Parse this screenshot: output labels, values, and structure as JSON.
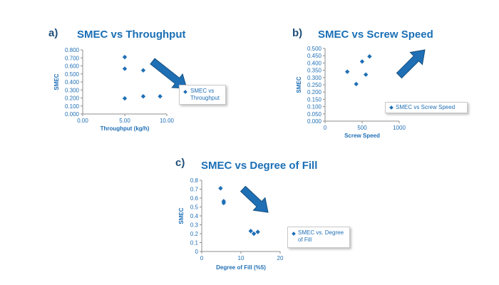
{
  "panels": [
    {
      "letter": "a)",
      "title": "SMEC vs Throughput"
    },
    {
      "letter": "b)",
      "title": "SMEC vs Screw Speed"
    },
    {
      "letter": "c)",
      "title": "SMEC vs Degree of Fill"
    }
  ],
  "colors": {
    "marker": "#1f6fb5",
    "axis_text": "#1f6fb5",
    "title": "#1a6fb5",
    "arrow": "#1f6fb5",
    "arrow_edge": "#16507f"
  },
  "icons": [
    "diamond-marker",
    "arrow-icon"
  ],
  "chart_data": [
    {
      "type": "scatter",
      "title": "SMEC vs Throughput",
      "xlabel": "Throughput (kg/h)",
      "ylabel": "SMEC",
      "xlim": [
        0,
        10
      ],
      "ylim": [
        0,
        0.8
      ],
      "xticks": [
        "0.00",
        "5.00",
        "10.00"
      ],
      "yticks": [
        "0.000",
        "0.100",
        "0.200",
        "0.300",
        "0.400",
        "0.500",
        "0.600",
        "0.700",
        "0.800"
      ],
      "legend_position": "right",
      "series": [
        {
          "name": "SMEC vs Throughput",
          "x": [
            5.0,
            5.0,
            5.0,
            7.2,
            7.2,
            9.2
          ],
          "y": [
            0.71,
            0.565,
            0.195,
            0.545,
            0.22,
            0.22
          ]
        }
      ]
    },
    {
      "type": "scatter",
      "title": "SMEC vs Screw Speed",
      "xlabel": "Screw Speed",
      "ylabel": "SMEC",
      "xlim": [
        0,
        1000
      ],
      "ylim": [
        0,
        0.5
      ],
      "xticks": [
        "0",
        "500",
        "1000"
      ],
      "yticks": [
        "0.000",
        "0.050",
        "0.100",
        "0.150",
        "0.200",
        "0.250",
        "0.300",
        "0.350",
        "0.400",
        "0.450",
        "0.500"
      ],
      "legend_position": "right",
      "series": [
        {
          "name": "SMEC vs Screw Speed",
          "x": [
            300,
            420,
            500,
            550,
            600
          ],
          "y": [
            0.34,
            0.255,
            0.41,
            0.32,
            0.445
          ]
        }
      ]
    },
    {
      "type": "scatter",
      "title": "SMEC vs Degree of Fill",
      "xlabel": "Degree of Fill (%5)",
      "ylabel": "SMEC",
      "xlim": [
        0,
        20
      ],
      "ylim": [
        0,
        0.8
      ],
      "xticks": [
        "0",
        "10",
        "20"
      ],
      "yticks": [
        "0",
        "0.1",
        "0.2",
        "0.3",
        "0.4",
        "0.5",
        "0.6",
        "0.7",
        "0.8"
      ],
      "legend_position": "right",
      "series": [
        {
          "name": "SMEC vs. Degree of Fill",
          "x": [
            4.8,
            5.6,
            5.6,
            12.5,
            13.3,
            14.3
          ],
          "y": [
            0.71,
            0.565,
            0.545,
            0.23,
            0.2,
            0.22
          ]
        }
      ]
    }
  ]
}
